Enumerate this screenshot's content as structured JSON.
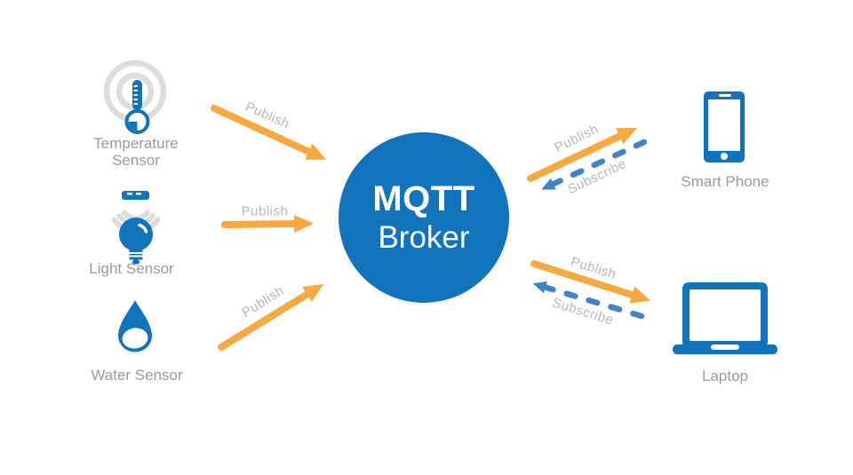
{
  "broker": {
    "title": "MQTT",
    "subtitle": "Broker"
  },
  "nodes": {
    "temperature": {
      "label": "Temperature Sensor"
    },
    "light": {
      "label": "Light Sensor"
    },
    "water": {
      "label": "Water Sensor"
    },
    "phone": {
      "label": "Smart Phone"
    },
    "laptop": {
      "label": "Laptop"
    }
  },
  "edges": [
    {
      "id": "temperature-publish",
      "label": "Publish"
    },
    {
      "id": "light-publish",
      "label": "Publish"
    },
    {
      "id": "water-publish",
      "label": "Publish"
    },
    {
      "id": "phone-publish",
      "label": "Publish"
    },
    {
      "id": "phone-subscribe",
      "label": "Subscribe"
    },
    {
      "id": "laptop-publish",
      "label": "Publish"
    },
    {
      "id": "laptop-subscribe",
      "label": "Subscribe"
    }
  ],
  "colors": {
    "background": "#FFFFFF",
    "primary_blue": "#1173BB",
    "arrow_orange": "#F6A841",
    "subscribe_blue": "#4183C8",
    "node_label_gray": "#9A9A9A",
    "edge_label_gray": "#B7B7B7",
    "signal_gray": "#DCDCDC",
    "broker_text": "#FFFFFF"
  }
}
